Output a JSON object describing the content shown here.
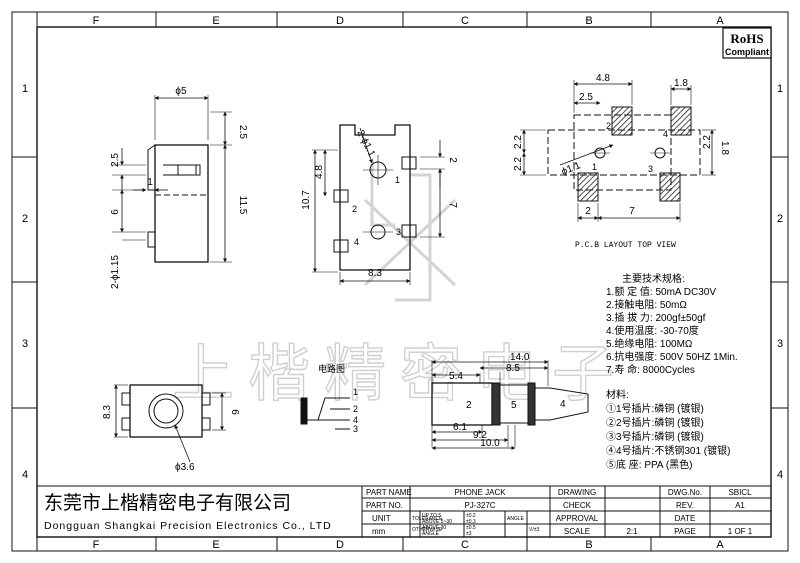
{
  "border": {
    "columns": [
      "F",
      "E",
      "D",
      "C",
      "B",
      "A"
    ],
    "rows": [
      "1",
      "2",
      "3",
      "4"
    ]
  },
  "badge": {
    "line1": "RoHS",
    "line2": "Compliant"
  },
  "watermark": {
    "text": "上楷精密电子"
  },
  "side_view": {
    "dims": {
      "d5": "ϕ5",
      "d25a": "2.5",
      "d25b": "2.5",
      "d1": "1",
      "d6": "6",
      "d115": "11.5",
      "d2115": "2-ϕ1.15"
    }
  },
  "front_view": {
    "dims": {
      "d2t1": "2-ϕ1.1",
      "d48": "4.8",
      "d107": "10.7",
      "d2": "2",
      "d7": "7",
      "d83": "8.3"
    },
    "pins": [
      "1",
      "2",
      "3",
      "4"
    ]
  },
  "pcb_view": {
    "dims": {
      "d48": "4.8",
      "d18": "1.8",
      "d25": "2.5",
      "d22a": "2.2",
      "d22b": "2.2",
      "d22c": "2.2",
      "d18b": "1.8",
      "d11": "ϕ1.1",
      "d2": "2",
      "d7": "7"
    },
    "pins": [
      "2",
      "4",
      "1",
      "3"
    ],
    "caption": "P.C.B LAYOUT TOP VIEW"
  },
  "specs": {
    "title": "主要技术规格:",
    "lines": [
      "1.额 定 值: 50mA DC30V",
      "2.接触电阻: 50mΩ",
      "3.插 拔 力: 200gf±50gf",
      "4.使用温度: -30-70度",
      "5.绝缘电阻: 100MΩ",
      "6.抗电强度: 500V 50HZ 1Min.",
      "7.寿    命: 8000Cycles"
    ]
  },
  "materials": {
    "title": "材料:",
    "lines": [
      "①1号插片:磷铜 (镀银)",
      "②2号插片:磷铜 (镀银)",
      "③3号插片:磷铜 (镀银)",
      "④4号插片:不锈钢301 (镀银)",
      "⑤底    座: PPA (黑色)"
    ]
  },
  "circuit": {
    "title": "电路图",
    "pins": [
      "1",
      "2",
      "4",
      "3"
    ]
  },
  "bottom_view": {
    "dims": {
      "d83": "8.3",
      "d6": "6",
      "d36": "ϕ3.6"
    }
  },
  "plug_view": {
    "dims": {
      "d140": "14.0",
      "d85": "8.5",
      "d54": "5.4",
      "d61": "6.1",
      "d92": "9.2",
      "d100": "10.0"
    },
    "labels": [
      "2",
      "5",
      "4"
    ]
  },
  "title_block": {
    "company_cn": "东莞市上楷精密电子有限公司",
    "company_en": "Dongguan Shangkai Precision Electronics Co., LTD",
    "part_name_label": "PART NAME",
    "part_name": "PHONE JACK",
    "part_no_label": "PART NO.",
    "part_no": "PJ-327C",
    "unit_label": "UNIT",
    "unit": "mm",
    "tolerance_label": "TOLERANCE",
    "otherwise_label": "OTHERWISE",
    "tol_rows": [
      "UP TO 5",
      "ABOVE 5~30",
      "ABOVE 30",
      "ANGLE"
    ],
    "tol_vals": [
      "±0.2",
      "±0.3",
      "±0.5",
      "±3"
    ],
    "angle_label": "ANGLE",
    "angle_unit": "V/±3",
    "drawing_label": "DRAWING",
    "check_label": "CHECK",
    "approval_label": "APPROVAL",
    "scale_label": "SCALE",
    "scale": "2:1",
    "dwg_label": "DWG.No.",
    "dwg_no": "SBICL",
    "rev_label": "REV.",
    "rev": "A1",
    "date_label": "DATE",
    "page_label": "PAGE",
    "page": "1 OF 1"
  }
}
